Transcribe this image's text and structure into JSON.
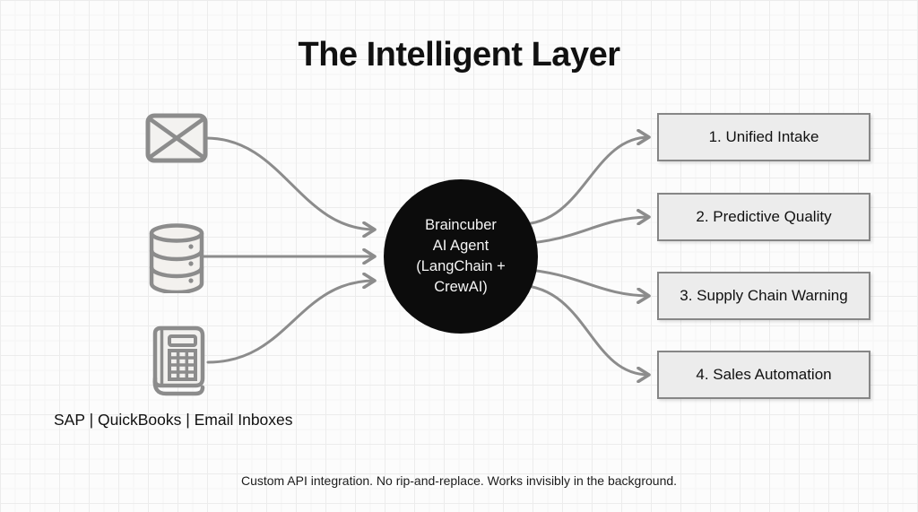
{
  "title": "The Intelligent Layer",
  "agent": {
    "lines": [
      "Braincuber",
      "AI Agent",
      "(LangChain +",
      "CrewAI)"
    ]
  },
  "inputs": {
    "icons": [
      "email-envelope-icon",
      "database-icon",
      "fax-ledger-icon"
    ],
    "label": "SAP | QuickBooks | Email Inboxes"
  },
  "outputs": [
    {
      "label": "1. Unified Intake"
    },
    {
      "label": "2. Predictive Quality"
    },
    {
      "label": "3. Supply Chain Warning"
    },
    {
      "label": "4. Sales Automation"
    }
  ],
  "footer": {
    "caption": "Custom API integration. No rip-and-replace. Works invisibly in the background."
  },
  "colors": {
    "ink": "#111111",
    "arrow": "#8c8c8c",
    "icon": "#8c8c8c",
    "box_fill": "#ececec",
    "box_border": "#868686",
    "circle_fill": "#0c0c0c",
    "circle_text": "#f5f5f5",
    "grid_major": "#ececec",
    "grid_minor": "#f5f5f5"
  }
}
